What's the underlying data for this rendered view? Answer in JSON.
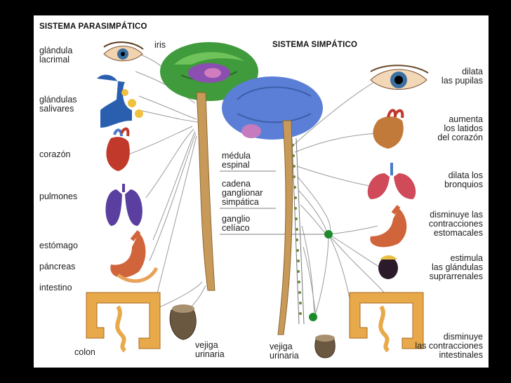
{
  "titles": {
    "parasympathetic": "SISTEMA PARASIMPÁTICO",
    "sympathetic": "SISTEMA SIMPÁTICO"
  },
  "left_labels": {
    "iris": "iris",
    "lacrimal": "glándula\nlacrimal",
    "salivary": "glándulas\nsalivares",
    "heart": "corazón",
    "lungs": "pulmones",
    "stomach": "estómago",
    "pancreas": "páncreas",
    "intestine": "intestino",
    "colon": "colon",
    "bladder": "vejiga\nurinaria"
  },
  "center_labels": {
    "spinal_cord": "médula\nespinal",
    "chain": "cadena\nganglionar\nsimpática",
    "celiac": "ganglio\ncelíaco",
    "bladder": "vejiga\nurinaria"
  },
  "right_labels": {
    "pupils": "dilata\nlas pupilas",
    "heart": "aumenta\nlos latidos\ndel corazón",
    "bronchi": "dilata los\nbronquios",
    "stomach": "disminuye las\ncontracciones\nestomacales",
    "adrenal": "estimula\nlas glándulas\nsuprarrenales",
    "intestine": "disminuye\nlas contracciones\nintestinales"
  },
  "colors": {
    "background": "#000000",
    "panel": "#ffffff",
    "cerebrum_left": "#3f9b3b",
    "cerebrum_right": "#5b7fd6",
    "spine": "#c89a5a",
    "organ_red": "#c0392b",
    "lungs": "#5a3fa0",
    "ganglion": "#1c8c2a",
    "nerve": "#9a9a9a"
  },
  "icons": [
    "eye-icon",
    "head-icon",
    "heart-icon",
    "lungs-icon",
    "stomach-icon",
    "intestine-icon",
    "bladder-icon",
    "brain-icon",
    "spinal-cord-icon",
    "adrenal-gland-icon",
    "ganglion-icon"
  ]
}
